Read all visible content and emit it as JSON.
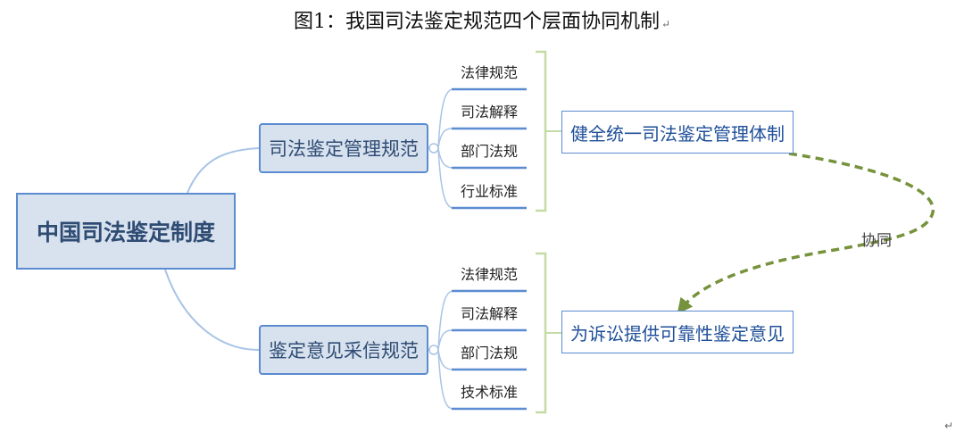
{
  "caption": "图1：我国司法鉴定规范四个层面协同机制",
  "return_mark": "↵",
  "root": "中国司法鉴定制度",
  "branches": [
    {
      "label": "司法鉴定管理规范",
      "leaves": [
        "法律规范",
        "司法解释",
        "部门法规",
        "行业标准"
      ],
      "result": "健全统一司法鉴定管理体制"
    },
    {
      "label": "鉴定意见采信规范",
      "leaves": [
        "法律规范",
        "司法解释",
        "部门法规",
        "技术标准"
      ],
      "result": "为诉讼提供可靠性鉴定意见"
    }
  ],
  "coordination_label": "协同",
  "colors": {
    "node_fill": "#d8e2ef",
    "node_border": "#5b8bd0",
    "connector": "#a9c4e6",
    "leaf_line": "#5b8bd0",
    "bracket": "#c5dba4",
    "arrow": "#76923c"
  }
}
